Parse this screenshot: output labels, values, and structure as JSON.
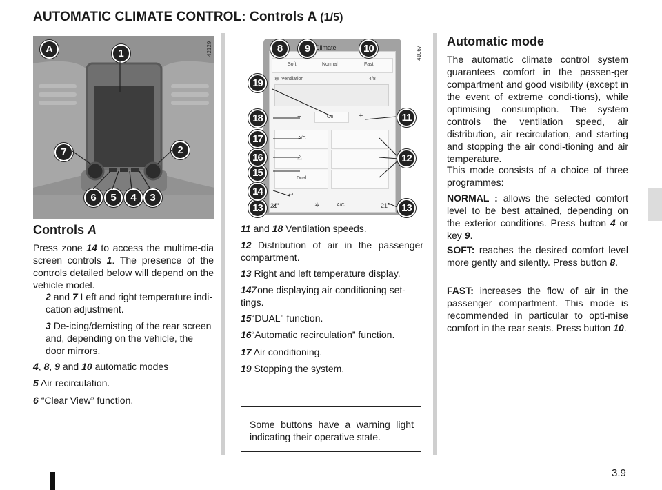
{
  "page": {
    "title": "AUTOMATIC CLIMATE CONTROL: Controls A",
    "title_suffix": "(1/5)",
    "page_number": "3.9"
  },
  "figure1": {
    "ref": "42129",
    "label": "A",
    "callouts": [
      "1",
      "2",
      "3",
      "4",
      "5",
      "6",
      "7"
    ]
  },
  "figure2": {
    "ref": "41067",
    "header_label": "Climate",
    "modes": [
      "Soft",
      "Normal",
      "Fast"
    ],
    "ventilation_label": "Ventilation",
    "ventilation_value": "4/8",
    "minus": "−",
    "on": "On",
    "plus": "+",
    "buttons": [
      "A/C",
      "Dual"
    ],
    "temp_left": "21°",
    "temp_right": "21°",
    "bottom_ac": "A/C",
    "callouts": [
      "8",
      "9",
      "10",
      "11",
      "12",
      "13",
      "14",
      "15",
      "16",
      "17",
      "18",
      "19"
    ]
  },
  "controls": {
    "heading": "Controls",
    "heading_letter": "A",
    "intro_a": "Press zone",
    "intro_14": "14",
    "intro_b": "to access the multime-dia screen controls",
    "intro_1": "1",
    "intro_c": ". The presence of the controls detailed below will depend on the vehicle model.",
    "items": [
      {
        "num": "2",
        "mid": "and",
        "num2": "7",
        "text": "Left and right temperature indi-cation adjustment."
      },
      {
        "num": "3",
        "text": "De-icing/demisting of the rear screen and, depending on the vehicle, the door mirrors."
      },
      {
        "num": "4",
        "sep1": ",",
        "n8": "8",
        "sep2": ",",
        "n9": "9",
        "mid": "and",
        "n10": "10",
        "text": "automatic modes"
      },
      {
        "num": "5",
        "text": "Air recirculation."
      },
      {
        "num": "6",
        "text": "“Clear View” function."
      }
    ]
  },
  "middle": {
    "items": [
      {
        "num": "11",
        "mid": "and",
        "num2": "18",
        "text": "Ventilation speeds."
      },
      {
        "num": "12",
        "text": "Distribution of air in the passenger compartment."
      },
      {
        "num": "13",
        "text": "Right and left temperature display."
      },
      {
        "num": "14",
        "text": "Zone displaying air conditioning set-tings."
      },
      {
        "num": "15",
        "text": "“DUAL\" function."
      },
      {
        "num": "16",
        "text": "“Automatic recirculation” function."
      },
      {
        "num": "17",
        "text": "Air conditioning."
      },
      {
        "num": "19",
        "text": "Stopping the system."
      }
    ],
    "note": "Some buttons have a warning light indicating their operative state."
  },
  "right": {
    "heading": "Automatic mode",
    "para1": "The automatic climate control system guarantees comfort in the passen-ger compartment and good visibility (except in the event of extreme condi-tions), while optimising consumption. The system controls the ventilation speed, air distribution, air recirculation, and starting and stopping the air condi-tioning and air temperature.",
    "para2": "This mode consists of a choice of three programmes:",
    "normal_label": "NORMAL :",
    "normal_text": "allows the selected comfort level to be best attained, depending on the exterior conditions. Press button",
    "normal_num": "4",
    "normal_or": "or key",
    "normal_num2": "9",
    "soft_label": "SOFT:",
    "soft_text": "reaches the desired comfort level more gently and silently. Press button",
    "soft_num": "8",
    "fast_label": "FAST:",
    "fast_text": "increases the flow of air in the passenger compartment. This mode is recommended in particular to opti-mise comfort in the rear seats. Press button",
    "fast_num": "10",
    "period": "."
  }
}
